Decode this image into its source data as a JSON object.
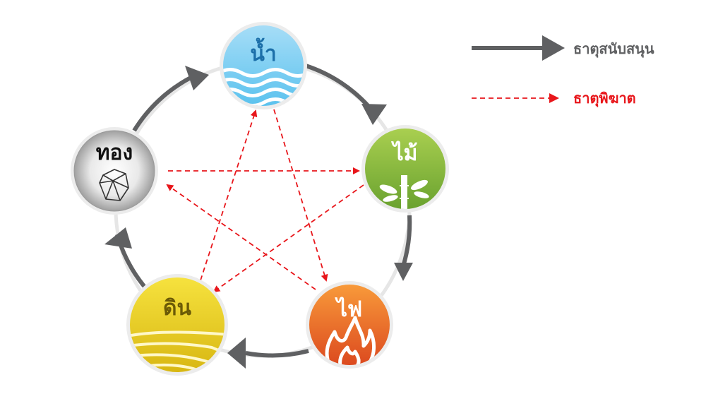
{
  "legend": {
    "generating": {
      "label": "ธาตุสนับสนุน",
      "color": "#5f6062"
    },
    "controlling": {
      "label": "ธาตุพิฆาต",
      "color": "#e8161b"
    }
  },
  "elements": {
    "water": {
      "label": "น้ำ",
      "label_color": "#1c6fa9"
    },
    "wood": {
      "label": "ไม้",
      "label_color": "#ffffff"
    },
    "fire": {
      "label": "ไฟ",
      "label_color": "#ffffff"
    },
    "earth": {
      "label": "ดิน",
      "label_color": "#6b5a06"
    },
    "metal": {
      "label": "ทอง",
      "label_color": "#111111"
    }
  }
}
